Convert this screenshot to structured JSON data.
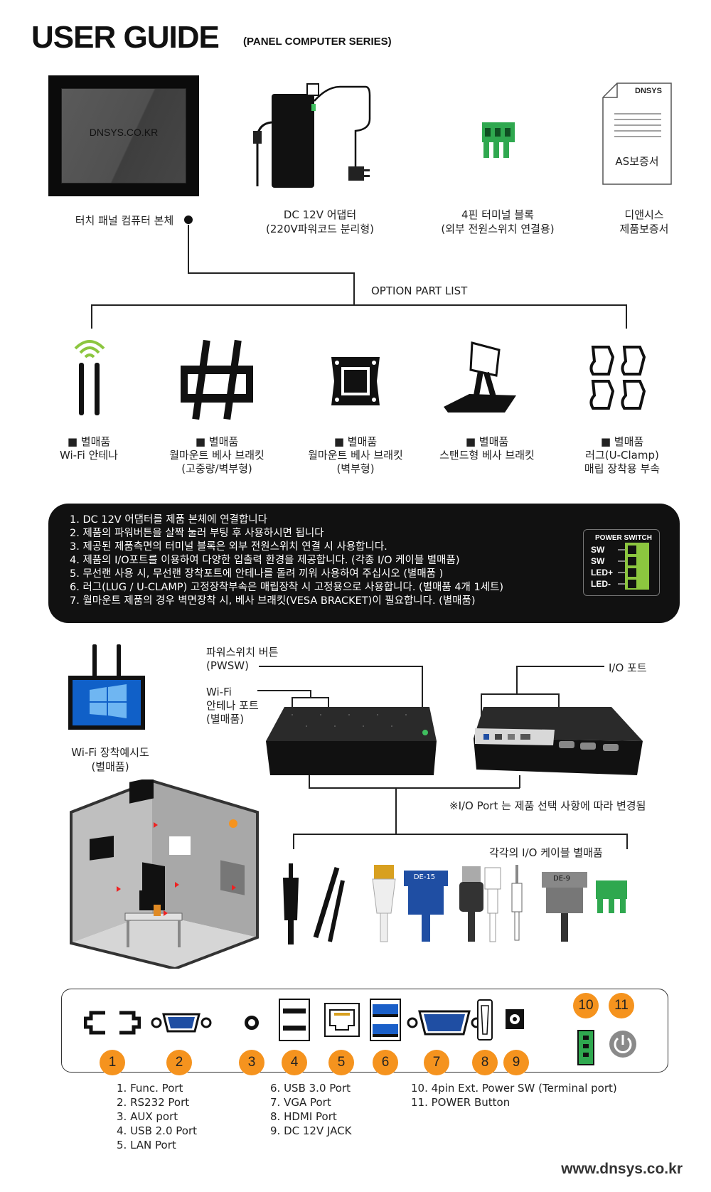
{
  "header": {
    "title": "USER GUIDE",
    "subtitle": "(PANEL COMPUTER SERIES)"
  },
  "components": {
    "panel_screen_text": "DNSYS.CO.KR",
    "panel_label": "터치 패널 컴퓨터 본체",
    "adapter_label": [
      "DC 12V 어댑터",
      "(220V파워코드 분리형)"
    ],
    "terminal_label": [
      "4핀 터미널 블록",
      "(외부 전원스위치 연결용)"
    ],
    "warranty_doc_brand": "DNSYS",
    "warranty_doc_text": "AS보증서",
    "warranty_label": [
      "디앤시스",
      "제품보증서"
    ]
  },
  "options": {
    "title": "OPTION PART LIST",
    "items": [
      {
        "tag": "■ 별매품",
        "lines": [
          "Wi-Fi 안테나"
        ]
      },
      {
        "tag": "■ 별매품",
        "lines": [
          "월마운트 베사 브래킷",
          "(고중량/벽부형)"
        ]
      },
      {
        "tag": "■ 별매품",
        "lines": [
          "월마운트 베사 브래킷",
          "(벽부형)"
        ]
      },
      {
        "tag": "■ 별매품",
        "lines": [
          "스탠드형 베사 브래킷"
        ]
      },
      {
        "tag": "■ 별매품",
        "lines": [
          "러그(U-Clamp)",
          "매립 장착용 부속"
        ]
      }
    ]
  },
  "notice": {
    "lines": [
      "1. DC 12V 어댑터를 제품 본체에 연결합니다",
      "2. 제품의 파워버튼을 살짝 눌러 부팅 후 사용하시면 됩니다",
      "3. 제공된 제품측면의 터미널 블록은 외부 전원스위치 연결 시 사용합니다.",
      "4. 제품의 I/O포트를 이용하여 다양한 입출력 환경을 제공합니다. (각종 I/O 케이블 별매품)",
      "5. 무선랜 사용 시, 무선랜 장착포트에 안테나를 돌려 끼워 사용하여 주십시오 (별매품 )",
      "6. 러그(LUG / U-CLAMP) 고정장착부속은 매립장착 시 고정용으로 사용합니다. (별매품 4개 1세트)",
      "7. 월마운트 제품의 경우 벽면장착 시, 베사 브래킷(VESA BRACKET)이 필요합니다. (별매품)"
    ],
    "power_switch": {
      "title": "POWER SWITCH",
      "pins": [
        "SW",
        "SW",
        "LED+",
        "LED-"
      ]
    }
  },
  "back_view": {
    "wifi_example": [
      "Wi-Fi 장착예시도",
      "(별매품)"
    ],
    "pwsw": [
      "파워스위치 버튼",
      "(PWSW)"
    ],
    "wifi_port": [
      "Wi-Fi",
      "안테나 포트",
      "(별매품)"
    ],
    "io_port": "I/O 포트",
    "io_note": "※I/O Port 는 제품 선택 사항에 따라 변경됨",
    "cables_label": "각각의 I/O 케이블 별매품",
    "de15": "DE-15",
    "de9": "DE-9"
  },
  "ports": {
    "numbers": [
      "1",
      "2",
      "3",
      "4",
      "5",
      "6",
      "7",
      "8",
      "9",
      "10",
      "11"
    ],
    "legend_col1": [
      "1. Func. Port",
      "2. RS232 Port",
      "3. AUX port",
      "4. USB 2.0 Port",
      "5. LAN Port"
    ],
    "legend_col2": [
      "6. USB 3.0 Port",
      "7. VGA Port",
      "8. HDMI Port",
      "9. DC 12V JACK"
    ],
    "legend_col3": [
      "10. 4pin Ext. Power SW (Terminal port)",
      "11. POWER Button"
    ]
  },
  "footer": {
    "url": "www.dnsys.co.kr"
  },
  "colors": {
    "accent_orange": "#f5931e",
    "terminal_green": "#2fa84f",
    "wifi_green": "#8cc63f",
    "vga_blue": "#1f4ea3"
  }
}
